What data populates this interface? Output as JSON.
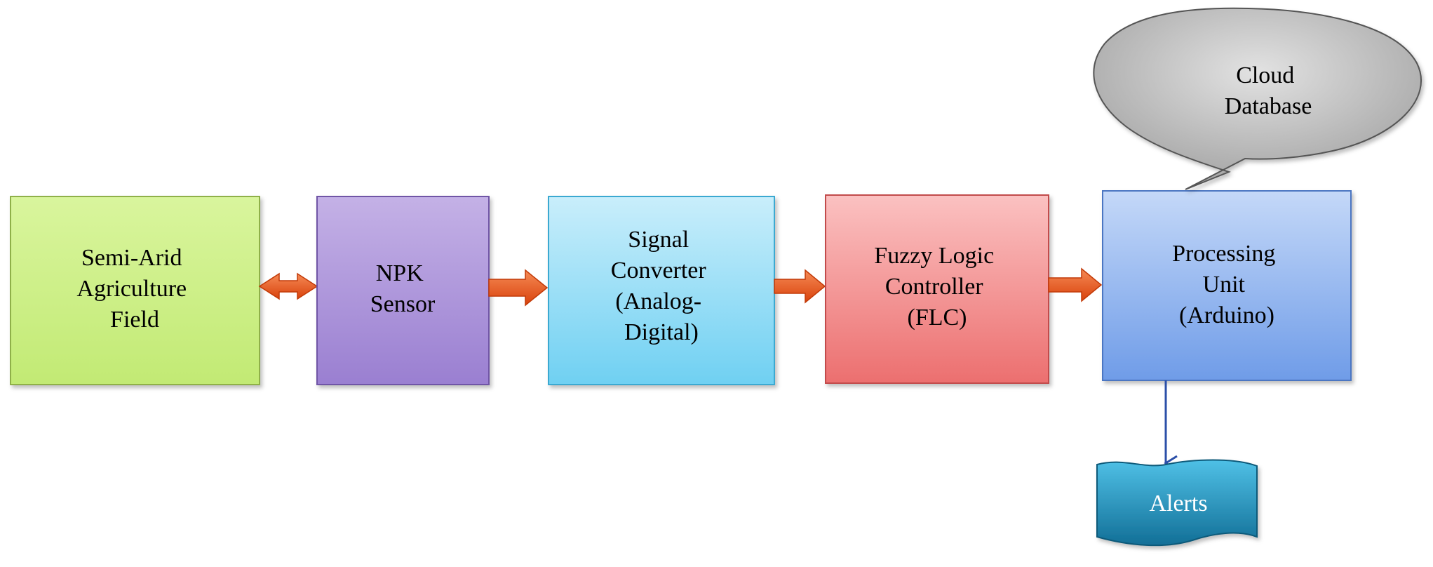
{
  "diagram": {
    "nodes": {
      "field": {
        "lines": [
          "Semi-Arid",
          "Agriculture",
          "Field"
        ]
      },
      "npk": {
        "lines": [
          "NPK",
          "Sensor"
        ]
      },
      "converter": {
        "lines": [
          "Signal",
          "Converter",
          "(Analog-",
          "Digital)"
        ]
      },
      "flc": {
        "lines": [
          "Fuzzy Logic",
          "Controller",
          "(FLC)"
        ]
      },
      "processing": {
        "lines": [
          "Processing",
          "Unit",
          "(Arduino)"
        ]
      },
      "cloud": {
        "lines": [
          "Cloud",
          "Database"
        ]
      },
      "alerts": {
        "lines": [
          "Alerts"
        ]
      }
    },
    "colors": {
      "field": "#c9ef86",
      "npk": "#a98fd6",
      "converter": "#8fd9f5",
      "flc": "#f28c8c",
      "processing": "#8fb4ef",
      "cloud": "#bdbdbd",
      "alerts": "#1b8fb8",
      "arrow": "#e8551b",
      "down_arrow": "#2b4fa8"
    }
  }
}
